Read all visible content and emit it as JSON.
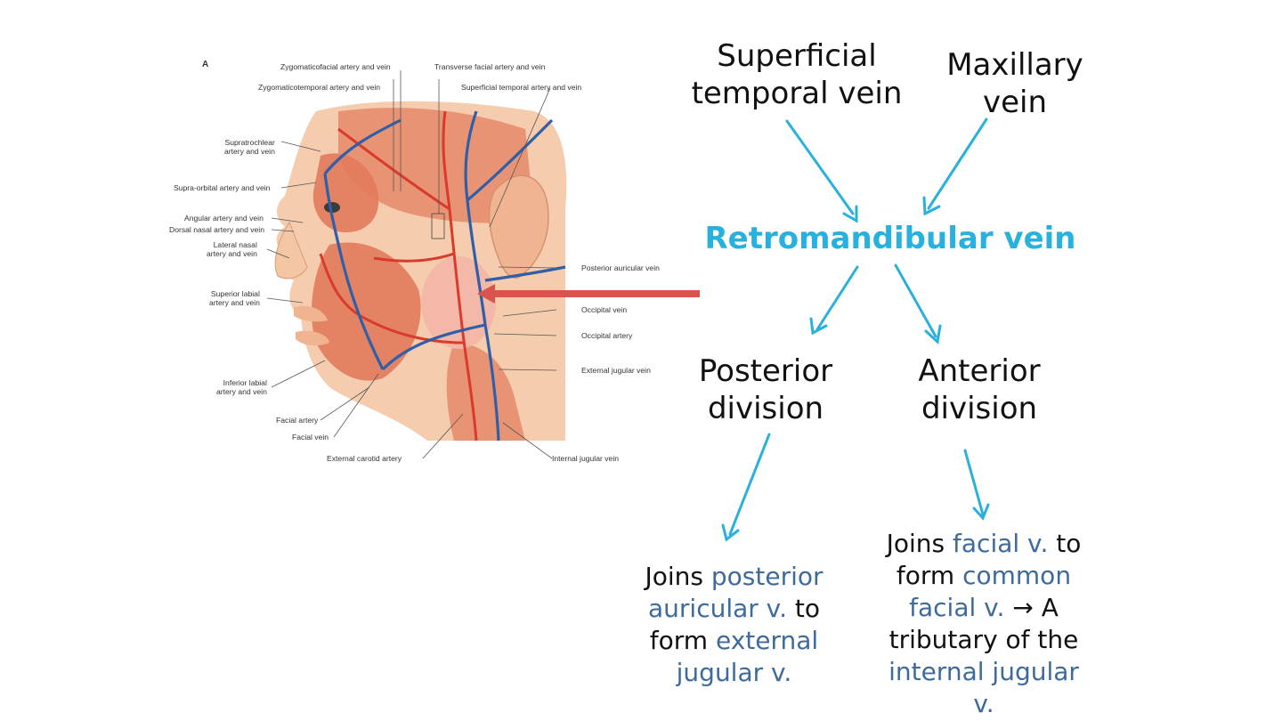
{
  "figure": {
    "panel_letter": "A",
    "labels": [
      {
        "id": "zygofacial",
        "text": "Zygomaticofacial artery and vein"
      },
      {
        "id": "zygotemporal",
        "text": "Zygomaticotemporal artery and vein"
      },
      {
        "id": "transverse",
        "text": "Transverse facial artery and vein"
      },
      {
        "id": "suptemporal",
        "text": "Superficial temporal artery and vein"
      },
      {
        "id": "supratrochlear",
        "text": "Supratrochlear\nartery and vein"
      },
      {
        "id": "supraorbital",
        "text": "Supra-orbital artery and vein"
      },
      {
        "id": "angular",
        "text": "Angular artery and vein"
      },
      {
        "id": "dorsalnasal",
        "text": "Dorsal nasal artery and vein"
      },
      {
        "id": "lateralnasal",
        "text": "Lateral nasal\nartery and vein"
      },
      {
        "id": "superiorlabial",
        "text": "Superior labial\nartery and vein"
      },
      {
        "id": "inferiorlabial",
        "text": "Inferior labial\nartery and vein"
      },
      {
        "id": "facialartery",
        "text": "Facial artery"
      },
      {
        "id": "facialvein",
        "text": "Facial vein"
      },
      {
        "id": "extcarotid",
        "text": "External carotid artery"
      },
      {
        "id": "postauricular",
        "text": "Posterior auricular vein"
      },
      {
        "id": "occipitalvein",
        "text": "Occipital vein"
      },
      {
        "id": "occipitalartery",
        "text": "Occipital artery"
      },
      {
        "id": "extjugular",
        "text": "External jugular vein"
      },
      {
        "id": "intjugular",
        "text": "Internal jugular vein"
      }
    ]
  },
  "diagram": {
    "superficial_temporal": "Superficial\ntemporal vein",
    "maxillary": "Maxillary\nvein",
    "title": "Retromandibular vein",
    "posterior": "Posterior\ndivision",
    "anterior": "Anterior\ndivision",
    "posterior_desc": {
      "p1": "Joins ",
      "h1": "posterior auricular v.",
      "p2": " to form ",
      "h2": "external jugular v."
    },
    "anterior_desc": {
      "p1": "Joins ",
      "h1": "facial v.",
      "p2": " to form ",
      "h2": "common facial v.",
      "p3": " → A tributary of the ",
      "h3": "internal jugular v."
    }
  },
  "colors": {
    "arrow": "#29b1de",
    "title": "#29b1de",
    "highlight": "#3e6b9c",
    "pointer": "#d9534f",
    "vein": "#2f5fa8",
    "artery": "#d93a2b",
    "muscle": "#e58a6a",
    "skin": "#f4c7a4"
  }
}
